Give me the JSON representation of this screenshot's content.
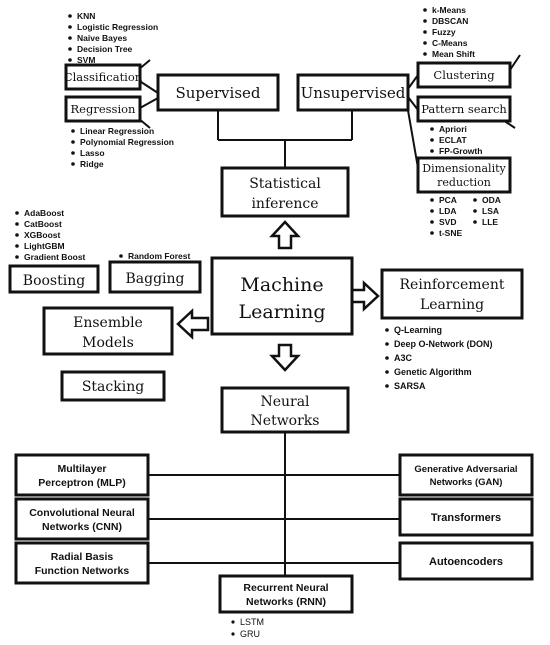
{
  "center": [
    "Machine",
    "Learning"
  ],
  "statistical": {
    "label": [
      "Statistical",
      "inference"
    ],
    "supervised": {
      "label": "Supervised",
      "classification": {
        "label": "Classification",
        "items": [
          "KNN",
          "Logistic Regression",
          "Naive Bayes",
          "Decision Tree",
          "SVM"
        ]
      },
      "regression": {
        "label": "Regression",
        "items": [
          "Linear Regression",
          "Polynomial Regression",
          "Lasso",
          "Ridge"
        ]
      }
    },
    "unsupervised": {
      "label": "Unsupervised",
      "clustering": {
        "label": "Clustering",
        "items": [
          "k-Means",
          "DBSCAN",
          "Fuzzy",
          "C-Means",
          "Mean Shift"
        ]
      },
      "pattern_search": {
        "label": "Pattern search",
        "items": [
          "Apriori",
          "ECLAT",
          "FP-Growth"
        ]
      },
      "dimensionality": {
        "label": [
          "Dimensionality",
          "reduction"
        ],
        "items_left": [
          "PCA",
          "LDA",
          "SVD",
          "t-SNE"
        ],
        "items_right": [
          "ODA",
          "LSA",
          "LLE"
        ]
      }
    }
  },
  "reinforcement": {
    "label": [
      "Reinforcement",
      "Learning"
    ],
    "items": [
      "Q-Learning",
      "Deep O-Network (DON)",
      "A3C",
      "Genetic Algorithm",
      "SARSA"
    ]
  },
  "ensemble": {
    "label": [
      "Ensemble",
      "Models"
    ],
    "boosting": {
      "label": "Boosting",
      "items": [
        "AdaBoost",
        "CatBoost",
        "XGBoost",
        "LightGBM",
        "Gradient Boost"
      ]
    },
    "bagging": {
      "label": "Bagging",
      "items": [
        "Random Forest"
      ]
    },
    "stacking": {
      "label": "Stacking"
    }
  },
  "neural": {
    "label": [
      "Neural",
      "Networks"
    ],
    "left": [
      [
        "Multilayer",
        "Perceptron (MLP)"
      ],
      [
        "Convolutional Neural",
        "Networks (CNN)"
      ],
      [
        "Radial Basis",
        "Function Networks"
      ]
    ],
    "right": [
      [
        "Generative Adversarial",
        "Networks (GAN)"
      ],
      [
        "Transformers"
      ],
      [
        "Autoencoders"
      ]
    ],
    "rnn": {
      "label": [
        "Recurrent Neural",
        "Networks (RNN)"
      ],
      "items": [
        "LSTM",
        "GRU"
      ]
    }
  }
}
